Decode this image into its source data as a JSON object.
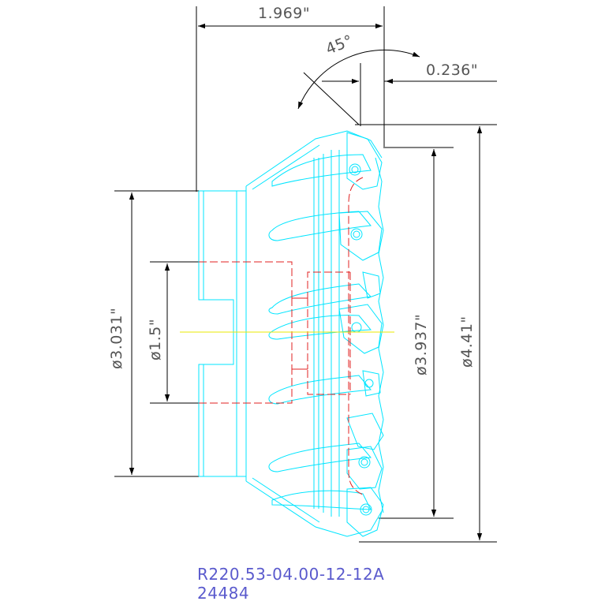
{
  "dimensions": {
    "length_top": "1.969\"",
    "angle": "45°",
    "chamfer": "0.236\"",
    "dia_hub": "ø3.031\"",
    "dia_bore": "ø1.5\"",
    "dia_cut": "ø3.937\"",
    "dia_outer": "ø4.41\""
  },
  "caption": {
    "part_number": "R220.53-04.00-12-12A",
    "item_code": "24484"
  },
  "colors": {
    "body": "#00e5ff",
    "hidden": "#e02020",
    "centerline": "#e8e800",
    "dimension": "#000000",
    "caption": "#5a5acd"
  }
}
